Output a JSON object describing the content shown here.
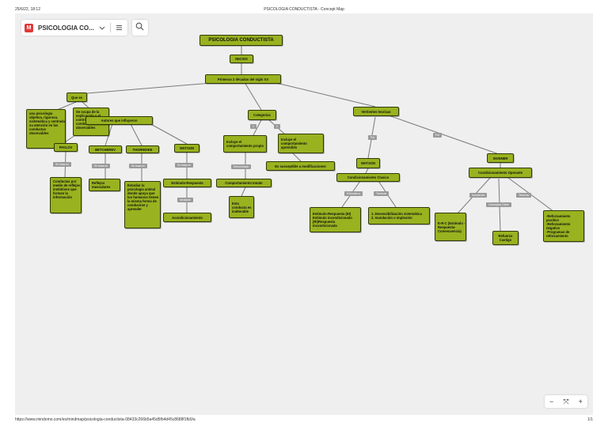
{
  "header": {
    "datetime": "25/6/22, 18:12",
    "page_title": "PSICOLOGIA CONDUCTISTA - Concept Map"
  },
  "footer": {
    "url": "https://www.mindomo.com/es/mindmap/psicologia-conductista-08433c266b5a45d5fb4d45c8688f1fb0/a",
    "page": "1/1"
  },
  "toolbar": {
    "app_logo": "M",
    "map_title": "PSICOLOGIA CO...",
    "icons": [
      "chevron-down-icon",
      "menu-icon",
      "search-icon"
    ]
  },
  "zoom_controls": {
    "minus": "−",
    "fit": "⤧",
    "plus": "+"
  },
  "colors": {
    "node_fill": "#99b21f",
    "node_border": "#2f3a08",
    "edge": "#7a7a7a",
    "label_bg": "#9a9a9a",
    "canvas": "#efefef"
  },
  "nodes": {
    "root": "PSICOLOGIA CONDUCTISTA",
    "inicios": "INICIOS",
    "primeras": "Primeras 2 décadas  del siglo XX",
    "quees": "Que es",
    "def1": "una psicología objetiva, rigurosa, sistemática y centrada su atención en las conductas observables",
    "def2": "Se ocupa de la explicación y el control de conductas observables",
    "autores": "Autores que influyeron",
    "pavlov": "PAVLOV",
    "betcherev": "BETCHEREV",
    "thorndike": "THORNDIKE",
    "watson1": "WATSON",
    "pav_res": "Conductas por medio de reflejos instintivos que forman la información",
    "bet_res": "Reflejos musculares",
    "tho_res": "Estudiar la psicología animal donde apoya que los humanos tienen la misma forma de conducirse y aprender",
    "wat_res": "Estimulo-Respuesta",
    "acond": "Acondicionamiento",
    "categorias": "Categorías",
    "incl1": "Incluye el comportamiento propio",
    "incl2": "Incluye el comportamiento aprendido",
    "innato": "Comportamiento Innato",
    "inalter": "Esta conducta es inalterable",
    "suscept": "Es susceptible a modificaciones",
    "vertientes": "Vertientes teoricas",
    "watson2": "WATSON",
    "cond_clas": "Condicionamiento Clasico",
    "er_box": "Estimulo-Respuesta (EI) Estimulo incondicionado (RI)Respuesta incondicionada",
    "desens": "1. Desensibilización sistemática\n2. Inundación o implosión",
    "skinner": "SKINNER",
    "cond_oper": "Condicionamiento Operante",
    "erc": "E-R-C (Estimulo - Respuesta-Consecuencia)",
    "refuerzo": "Refuerzo Castigo",
    "reforz": "-Reforzamiento positivo\n-Reforzamiento negativo\n-Programas de reforzamiento"
  },
  "labels": {
    "pav_lbl": "Se basa en",
    "bet_lbl": "Se basa en",
    "tho_lbl": "Se basa en",
    "wat_lbl": "Se basa en",
    "mediante": "Mediante",
    "cat_1": "1",
    "cat_2": "2",
    "denominado": "Denominado",
    "por1": "Por",
    "por2": "Por",
    "enfocado": "Enfocado a",
    "tecnicas1": "Tecnicas",
    "asociacion": "Asociación",
    "conceptos": "Conceptos Clave",
    "tecnicas2": "Tecnicas"
  }
}
